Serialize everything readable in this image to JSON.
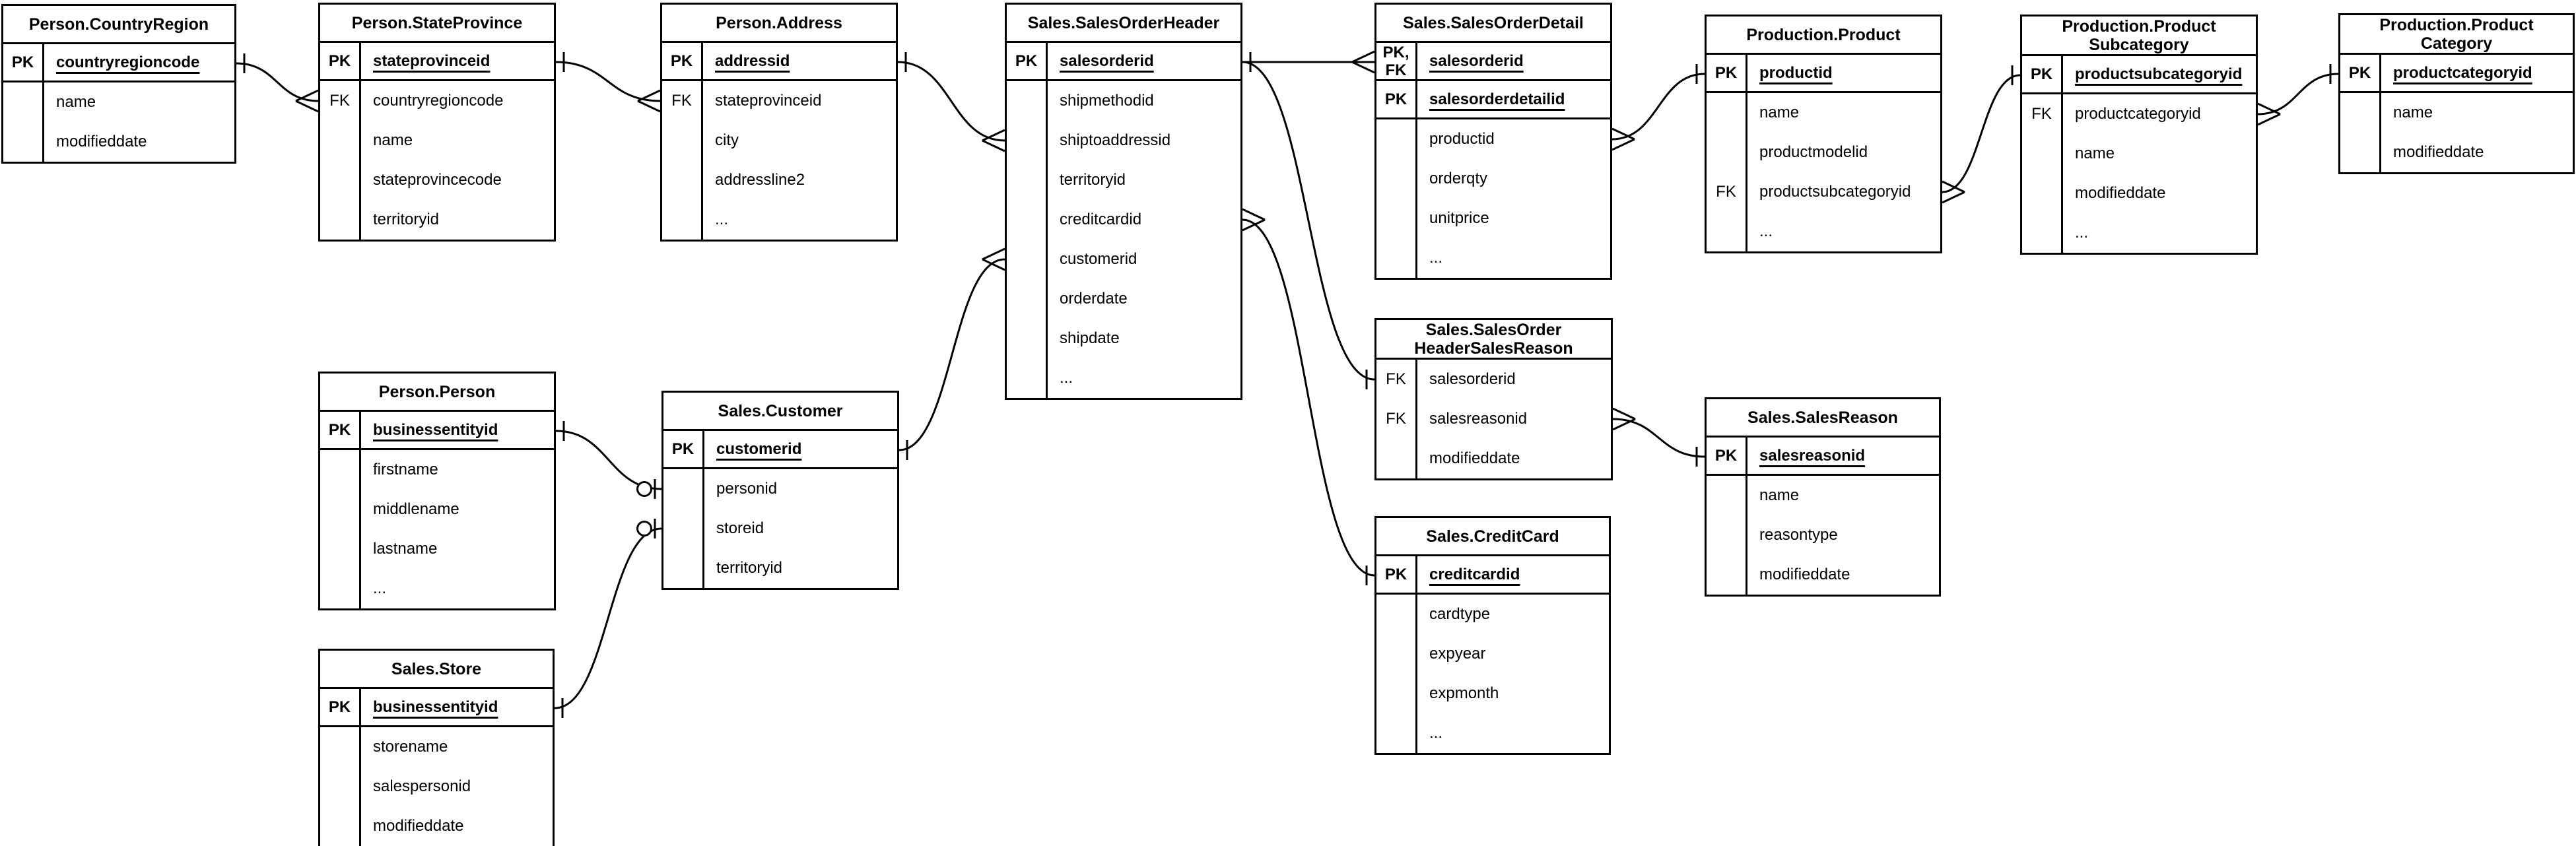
{
  "diagram": {
    "entities": [
      {
        "id": "countryregion",
        "title_lines": [
          "Person.CountryRegion"
        ],
        "key_rows": [
          {
            "labels": [
              "PK"
            ],
            "name": "countryregioncode"
          }
        ],
        "attr_rows": [
          {
            "label": "",
            "name": "name"
          },
          {
            "label": "",
            "name": "modifieddate"
          }
        ]
      },
      {
        "id": "stateprovince",
        "title_lines": [
          "Person.StateProvince"
        ],
        "key_rows": [
          {
            "labels": [
              "PK"
            ],
            "name": "stateprovinceid"
          }
        ],
        "attr_rows": [
          {
            "label": "FK",
            "name": "countryregioncode"
          },
          {
            "label": "",
            "name": "name"
          },
          {
            "label": "",
            "name": "stateprovincecode"
          },
          {
            "label": "",
            "name": "territoryid"
          }
        ]
      },
      {
        "id": "address",
        "title_lines": [
          "Person.Address"
        ],
        "key_rows": [
          {
            "labels": [
              "PK"
            ],
            "name": "addressid"
          }
        ],
        "attr_rows": [
          {
            "label": "FK",
            "name": "stateprovinceid"
          },
          {
            "label": "",
            "name": "city"
          },
          {
            "label": "",
            "name": "addressline2"
          },
          {
            "label": "",
            "name": "..."
          }
        ]
      },
      {
        "id": "salesorderheader",
        "title_lines": [
          "Sales.SalesOrderHeader"
        ],
        "key_rows": [
          {
            "labels": [
              "PK"
            ],
            "name": "salesorderid"
          }
        ],
        "attr_rows": [
          {
            "label": "",
            "name": "shipmethodid"
          },
          {
            "label": "",
            "name": "shiptoaddressid"
          },
          {
            "label": "",
            "name": "territoryid"
          },
          {
            "label": "",
            "name": "creditcardid"
          },
          {
            "label": "",
            "name": "customerid"
          },
          {
            "label": "",
            "name": "orderdate"
          },
          {
            "label": "",
            "name": "shipdate"
          },
          {
            "label": "",
            "name": "..."
          }
        ]
      },
      {
        "id": "salesorderdetail",
        "title_lines": [
          "Sales.SalesOrderDetail"
        ],
        "key_rows": [
          {
            "labels": [
              "PK,",
              "FK"
            ],
            "name": "salesorderid"
          },
          {
            "labels": [
              "PK"
            ],
            "name": "salesorderdetailid"
          }
        ],
        "attr_rows": [
          {
            "label": "",
            "name": "productid"
          },
          {
            "label": "",
            "name": "orderqty"
          },
          {
            "label": "",
            "name": "unitprice"
          },
          {
            "label": "",
            "name": "..."
          }
        ]
      },
      {
        "id": "product",
        "title_lines": [
          "Production.Product"
        ],
        "key_rows": [
          {
            "labels": [
              "PK"
            ],
            "name": "productid"
          }
        ],
        "attr_rows": [
          {
            "label": "",
            "name": "name"
          },
          {
            "label": "",
            "name": "productmodelid"
          },
          {
            "label": "FK",
            "name": "productsubcategoryid"
          },
          {
            "label": "",
            "name": "..."
          }
        ]
      },
      {
        "id": "productsubcategory",
        "title_lines": [
          "Production.Product",
          "Subcategory"
        ],
        "key_rows": [
          {
            "labels": [
              "PK"
            ],
            "name": "productsubcategoryid"
          }
        ],
        "attr_rows": [
          {
            "label": "FK",
            "name": "productcategoryid"
          },
          {
            "label": "",
            "name": "name"
          },
          {
            "label": "",
            "name": "modifieddate"
          },
          {
            "label": "",
            "name": "..."
          }
        ]
      },
      {
        "id": "productcategory",
        "title_lines": [
          "Production.Product",
          "Category"
        ],
        "key_rows": [
          {
            "labels": [
              "PK"
            ],
            "name": "productcategoryid"
          }
        ],
        "attr_rows": [
          {
            "label": "",
            "name": "name"
          },
          {
            "label": "",
            "name": "modifieddate"
          }
        ]
      },
      {
        "id": "headersalesreason",
        "title_lines": [
          "Sales.SalesOrder",
          "HeaderSalesReason"
        ],
        "key_rows": [],
        "attr_rows": [
          {
            "label": "FK",
            "name": "salesorderid"
          },
          {
            "label": "FK",
            "name": "salesreasonid"
          },
          {
            "label": "",
            "name": "modifieddate"
          }
        ]
      },
      {
        "id": "salesreason",
        "title_lines": [
          "Sales.SalesReason"
        ],
        "key_rows": [
          {
            "labels": [
              "PK"
            ],
            "name": "salesreasonid"
          }
        ],
        "attr_rows": [
          {
            "label": "",
            "name": "name"
          },
          {
            "label": "",
            "name": "reasontype"
          },
          {
            "label": "",
            "name": "modifieddate"
          }
        ]
      },
      {
        "id": "creditcard",
        "title_lines": [
          "Sales.CreditCard"
        ],
        "key_rows": [
          {
            "labels": [
              "PK"
            ],
            "name": "creditcardid"
          }
        ],
        "attr_rows": [
          {
            "label": "",
            "name": "cardtype"
          },
          {
            "label": "",
            "name": "expyear"
          },
          {
            "label": "",
            "name": "expmonth"
          },
          {
            "label": "",
            "name": "..."
          }
        ]
      },
      {
        "id": "person",
        "title_lines": [
          "Person.Person"
        ],
        "key_rows": [
          {
            "labels": [
              "PK"
            ],
            "name": "businessentityid"
          }
        ],
        "attr_rows": [
          {
            "label": "",
            "name": "firstname"
          },
          {
            "label": "",
            "name": "middlename"
          },
          {
            "label": "",
            "name": "lastname"
          },
          {
            "label": "",
            "name": "..."
          }
        ]
      },
      {
        "id": "customer",
        "title_lines": [
          "Sales.Customer"
        ],
        "key_rows": [
          {
            "labels": [
              "PK"
            ],
            "name": "customerid"
          }
        ],
        "attr_rows": [
          {
            "label": "",
            "name": "personid"
          },
          {
            "label": "",
            "name": "storeid"
          },
          {
            "label": "",
            "name": "territoryid"
          }
        ]
      },
      {
        "id": "store",
        "title_lines": [
          "Sales.Store"
        ],
        "key_rows": [
          {
            "labels": [
              "PK"
            ],
            "name": "businessentityid"
          }
        ],
        "attr_rows": [
          {
            "label": "",
            "name": "storename"
          },
          {
            "label": "",
            "name": "salespersonid"
          },
          {
            "label": "",
            "name": "modifieddate"
          }
        ]
      }
    ],
    "relationships": [
      {
        "id": "countryregion-stateprovince",
        "from": {
          "entity": "countryregion",
          "row": "countryregioncode",
          "marker": "one"
        },
        "to": {
          "entity": "stateprovince",
          "row": "countryregioncode",
          "marker": "many"
        },
        "shape": "curve"
      },
      {
        "id": "stateprovince-address",
        "from": {
          "entity": "stateprovince",
          "row": "stateprovinceid",
          "marker": "one"
        },
        "to": {
          "entity": "address",
          "row": "stateprovinceid",
          "marker": "many"
        },
        "shape": "curve"
      },
      {
        "id": "address-salesorderheader",
        "from": {
          "entity": "address",
          "row": "addressid",
          "marker": "one"
        },
        "to": {
          "entity": "salesorderheader",
          "row": "shiptoaddressid",
          "marker": "many"
        },
        "shape": "curve"
      },
      {
        "id": "customer-salesorderheader",
        "from": {
          "entity": "customer",
          "row": "customerid",
          "marker": "one"
        },
        "to": {
          "entity": "salesorderheader",
          "row": "customerid",
          "marker": "many"
        },
        "shape": "curve"
      },
      {
        "id": "salesorderheader-salesorderdetail",
        "from": {
          "entity": "salesorderheader",
          "row": "salesorderid",
          "marker": "one"
        },
        "to": {
          "entity": "salesorderdetail",
          "row": "salesorderid",
          "marker": "many"
        },
        "shape": "line"
      },
      {
        "id": "salesorderheader-headersalesreason",
        "from": {
          "entity": "salesorderheader",
          "row": "salesorderid",
          "marker": "none"
        },
        "to": {
          "entity": "headersalesreason",
          "row": "salesorderid",
          "marker": "one"
        },
        "shape": "curve"
      },
      {
        "id": "salesorderheader-creditcard",
        "from": {
          "entity": "salesorderheader",
          "row": "creditcardid",
          "marker": "many"
        },
        "to": {
          "entity": "creditcard",
          "row": "creditcardid",
          "marker": "one"
        },
        "shape": "curve"
      },
      {
        "id": "headersalesreason-salesreason",
        "from": {
          "entity": "headersalesreason",
          "row": "salesreasonid",
          "marker": "many"
        },
        "to": {
          "entity": "salesreason",
          "row": "salesreasonid",
          "marker": "one"
        },
        "shape": "curve"
      },
      {
        "id": "salesorderdetail-product",
        "from": {
          "entity": "salesorderdetail",
          "row": "productid",
          "marker": "many"
        },
        "to": {
          "entity": "product",
          "row": "productid",
          "marker": "one"
        },
        "shape": "curve"
      },
      {
        "id": "product-productsubcategory",
        "from": {
          "entity": "product",
          "row": "productsubcategoryid",
          "marker": "many"
        },
        "to": {
          "entity": "productsubcategory",
          "row": "productsubcategoryid",
          "marker": "one"
        },
        "shape": "curve"
      },
      {
        "id": "productsubcategory-productcategory",
        "from": {
          "entity": "productsubcategory",
          "row": "productcategoryid",
          "marker": "many"
        },
        "to": {
          "entity": "productcategory",
          "row": "productcategoryid",
          "marker": "one"
        },
        "shape": "curve"
      },
      {
        "id": "person-customer",
        "from": {
          "entity": "person",
          "row": "businessentityid",
          "marker": "one"
        },
        "to": {
          "entity": "customer",
          "row": "personid",
          "marker": "zero-one"
        },
        "shape": "curve"
      },
      {
        "id": "store-customer",
        "from": {
          "entity": "store",
          "row": "businessentityid",
          "marker": "one"
        },
        "to": {
          "entity": "customer",
          "row": "storeid",
          "marker": "zero-one"
        },
        "shape": "curve"
      }
    ],
    "line_color": "#000000",
    "background_color": "#ffffff"
  }
}
